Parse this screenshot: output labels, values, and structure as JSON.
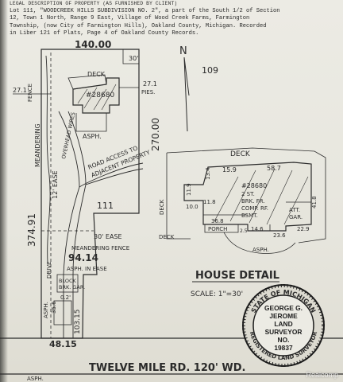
{
  "legal": {
    "heading": "LEGAL DESCRIPTION OF PROPERTY (AS FURNISHED BY CLIENT)",
    "lines": [
      "Lot 111, \"WOODCREEK HILLS SUBDIVISION NO. 2\", a part of the South 1/2 of Section",
      "12, Town 1 North, Range 9 East, Village of Wood Creek Farms, Farmington",
      "Township, (now City of Farmington Hills), Oakland County, Michigan.  Recorded",
      "in Liber 121 of Plats, Page 4 of Oakland County Records."
    ]
  },
  "plot": {
    "top_dim": "140.00",
    "top_ease": "30'",
    "north": "N",
    "lot_109": "109",
    "lot_111": "111",
    "deck": "DECK",
    "house_no": "#28680",
    "asph": "ASPH.",
    "pies": "27.1",
    "pies_label": "PIES.",
    "left_offset": "27.1",
    "right_dim": "270.00",
    "left_dim": "374.91",
    "road_access": "ROAD ACCESS TO",
    "road_access_2": "ADJACENT PROPERTY",
    "meandering": "MEANDERING",
    "fence": "FENCE",
    "ease_12": "12' EASE",
    "overhead_wires": "OVERHEAD WIRES",
    "ease_30": "30' EASE",
    "meandering_fence": "MEANDERING FENCE",
    "dim_9414": "94.14",
    "asph_in_ease": "ASPH. IN EASE",
    "block": "BLOCK",
    "brk_gar": "BRK. GAR.",
    "dim_02": "0.2'",
    "asph_left": "ASPH.",
    "drive": "DRIVE",
    "dim_356": "35.6",
    "dim_1015": "103.15",
    "bottom_dim": "48.15",
    "road": "TWELVE MILE RD.  120' WD.",
    "asph_bottom": "ASPH."
  },
  "house_detail": {
    "deck": "DECK",
    "deck_left": "DECK",
    "deck_bottom": "DECK",
    "dim_587": "58.7",
    "dim_159": "15.9",
    "dim_134": "13.4",
    "dim_119": "11.9",
    "dim_100": "10.0",
    "dim_118": "11.8",
    "dim_368": "36.8",
    "dim_146": "14.6",
    "dim_236": "23.6",
    "dim_229": "22.9",
    "dim_418": "41.8",
    "dim_25": "2.5",
    "house_no": "#28680",
    "stories": "2 ST.",
    "construction": "BRK. FR.",
    "roof": "COMP. RF.",
    "basement": "BSMT.",
    "porch": "PORCH",
    "garage_1": "ATT.",
    "garage_2": "GAR.",
    "asph": "ASPH.",
    "title": "HOUSE DETAIL",
    "scale": "SCALE: 1\"=30'"
  },
  "seal": {
    "state": "STATE OF MICHIGAN",
    "name_1": "GEORGE G.",
    "name_2": "JEROME",
    "role_1": "LAND",
    "role_2": "SURVEYOR",
    "no_label": "NO.",
    "number": "19837",
    "bottom": "REGISTERED LAND SURVEYOR"
  },
  "watermark": "Realcomp"
}
